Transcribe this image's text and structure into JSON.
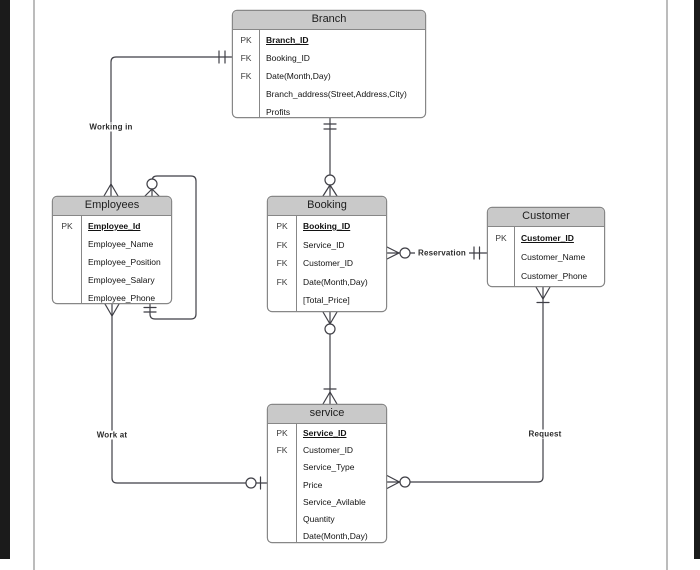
{
  "page": {
    "background": "#ffffff",
    "side_bar_color": "#1b1b1b",
    "page_border_color": "#bcbcbc"
  },
  "diagram": {
    "type": "entity-relationship",
    "colors": {
      "entity_header_fill": "#c9c9c9",
      "entity_border": "#878787",
      "connector_line": "#3f3f46",
      "text": "#121212"
    },
    "entities": [
      {
        "title": "Branch",
        "attributes": [
          {
            "key": "PK",
            "name": "Branch_ID",
            "primary": true
          },
          {
            "key": "FK",
            "name": "Booking_ID"
          },
          {
            "key": "FK",
            "name": "Date(Month,Day)"
          },
          {
            "key": "",
            "name": "Branch_address(Street,Address,City)"
          },
          {
            "key": "",
            "name": "Profits"
          }
        ]
      },
      {
        "title": "Employees",
        "attributes": [
          {
            "key": "PK",
            "name": "Employee_Id",
            "primary": true
          },
          {
            "key": "",
            "name": "Employee_Name"
          },
          {
            "key": "",
            "name": "Employee_Position"
          },
          {
            "key": "",
            "name": "Employee_Salary"
          },
          {
            "key": "",
            "name": "Employee_Phone"
          }
        ]
      },
      {
        "title": "Booking",
        "attributes": [
          {
            "key": "PK",
            "name": "Booking_ID",
            "primary": true
          },
          {
            "key": "FK",
            "name": "Service_ID"
          },
          {
            "key": "FK",
            "name": "Customer_ID"
          },
          {
            "key": "FK",
            "name": "Date(Month,Day)"
          },
          {
            "key": "",
            "name": "[Total_Price]"
          }
        ]
      },
      {
        "title": "Customer",
        "attributes": [
          {
            "key": "PK",
            "name": "Customer_ID",
            "primary": true
          },
          {
            "key": "",
            "name": "Customer_Name"
          },
          {
            "key": "",
            "name": "Customer_Phone"
          }
        ]
      },
      {
        "title": "service",
        "attributes": [
          {
            "key": "PK",
            "name": "Service_ID",
            "primary": true
          },
          {
            "key": "FK",
            "name": "Customer_ID"
          },
          {
            "key": "",
            "name": "Service_Type"
          },
          {
            "key": "",
            "name": "Price"
          },
          {
            "key": "",
            "name": "Service_Avilable"
          },
          {
            "key": "",
            "name": "Quantity"
          },
          {
            "key": "",
            "name": "Date(Month,Day)"
          }
        ]
      }
    ],
    "relationships": [
      {
        "label": "Working in",
        "from": "Branch",
        "to": "Employees",
        "from_cardinality": "one-and-only-one",
        "to_cardinality": "many"
      },
      {
        "label": "",
        "from": "Employees",
        "to": "Employees",
        "from_cardinality": "one-and-only-one",
        "to_cardinality": "zero-or-many"
      },
      {
        "label": "",
        "from": "Branch",
        "to": "Booking",
        "from_cardinality": "one-and-only-one",
        "to_cardinality": "zero-or-many"
      },
      {
        "label": "Reservation",
        "from": "Booking",
        "to": "Customer",
        "from_cardinality": "zero-or-many",
        "to_cardinality": "one-and-only-one"
      },
      {
        "label": "Request",
        "from": "Customer",
        "to": "service",
        "from_cardinality": "one-or-many",
        "to_cardinality": "zero-or-many"
      },
      {
        "label": "Work at",
        "from": "Employees",
        "to": "service",
        "from_cardinality": "many",
        "to_cardinality": "zero-or-one"
      },
      {
        "label": "",
        "from": "Booking",
        "to": "service",
        "from_cardinality": "zero-or-many",
        "to_cardinality": "one-or-many"
      }
    ]
  }
}
